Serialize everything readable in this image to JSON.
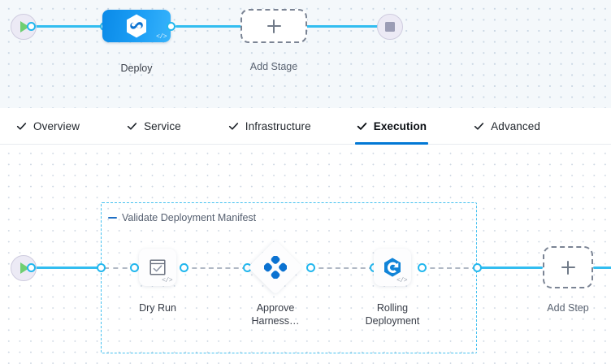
{
  "stage_canvas": {
    "start_node": {
      "icon": "play-icon",
      "name": "pipeline-start"
    },
    "end_node": {
      "icon": "stop-square-icon",
      "name": "pipeline-end"
    },
    "stages": [
      {
        "label": "Deploy",
        "icon": "harness-hexagon-icon",
        "badge": "</>",
        "type": "deployment"
      }
    ],
    "add_stage": {
      "label": "Add Stage",
      "icon": "plus-icon"
    }
  },
  "tabs": {
    "items": [
      {
        "label": "Overview",
        "icon": "check-icon",
        "active": false
      },
      {
        "label": "Service",
        "icon": "check-icon",
        "active": false
      },
      {
        "label": "Infrastructure",
        "icon": "check-icon",
        "active": false
      },
      {
        "label": "Execution",
        "icon": "check-icon",
        "active": true
      },
      {
        "label": "Advanced",
        "icon": "check-icon",
        "active": false
      }
    ],
    "active_tab": "Execution",
    "active_color": "#0278d5"
  },
  "execution_canvas": {
    "start_node": {
      "icon": "play-icon",
      "name": "execution-start"
    },
    "step_group": {
      "label": "Validate Deployment Manifest",
      "collapse_icon": "minus-icon",
      "border_color": "#45c1f0"
    },
    "steps": [
      {
        "label": "Dry Run",
        "icon": "shell-check-icon",
        "badge": "</>",
        "shape": "rounded-square"
      },
      {
        "label": "Approve Harness…",
        "label_line1": "Approve",
        "label_line2": "Harness…",
        "icon": "harness-approval-icon",
        "badge": "",
        "shape": "diamond"
      },
      {
        "label": "Rolling Deployment",
        "label_line1": "Rolling",
        "label_line2": "Deployment",
        "icon": "rolling-deployment-icon",
        "badge": "</>",
        "shape": "rounded-square"
      }
    ],
    "add_step": {
      "label": "Add Step",
      "icon": "plus-icon"
    }
  },
  "colors": {
    "edge_active": "#32bdf0",
    "edge_inactive": "#b0b8c4",
    "port": "#22b7ee",
    "stage_blue": "#1d9ff5",
    "harness_blue": "#0b72d1"
  }
}
